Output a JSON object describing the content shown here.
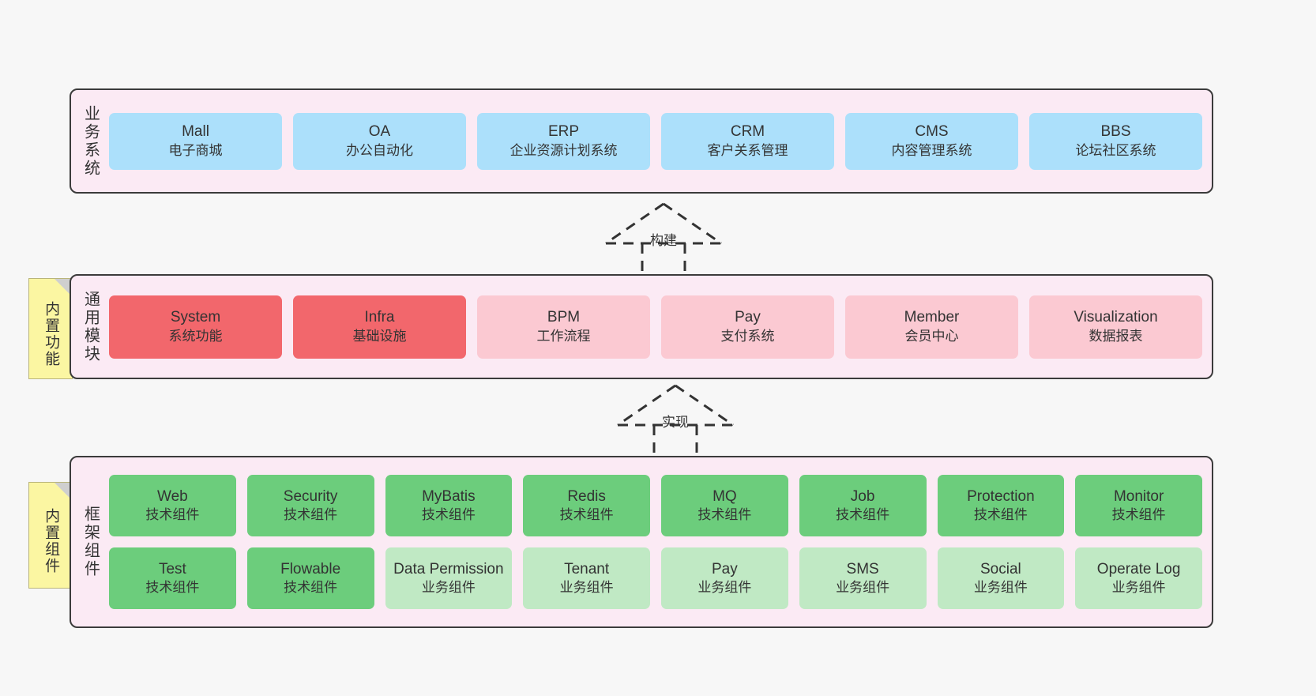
{
  "notes": [
    {
      "id": "builtin-features",
      "text": "内置功能"
    },
    {
      "id": "builtin-components",
      "text": "内置组件"
    }
  ],
  "layers": [
    {
      "id": "business-system",
      "title": "业务系统",
      "cards": [
        {
          "en": "Mall",
          "cn": "电子商城",
          "color": "#ace0fb"
        },
        {
          "en": "OA",
          "cn": "办公自动化",
          "color": "#ace0fb"
        },
        {
          "en": "ERP",
          "cn": "企业资源计划系统",
          "color": "#ace0fb"
        },
        {
          "en": "CRM",
          "cn": "客户关系管理",
          "color": "#ace0fb"
        },
        {
          "en": "CMS",
          "cn": "内容管理系统",
          "color": "#ace0fb"
        },
        {
          "en": "BBS",
          "cn": "论坛社区系统",
          "color": "#ace0fb"
        }
      ]
    },
    {
      "id": "common-modules",
      "title": "通用模块",
      "cards": [
        {
          "en": "System",
          "cn": "系统功能",
          "color": "#f2676c"
        },
        {
          "en": "Infra",
          "cn": "基础设施",
          "color": "#f2676c"
        },
        {
          "en": "BPM",
          "cn": "工作流程",
          "color": "#fbc9d2"
        },
        {
          "en": "Pay",
          "cn": "支付系统",
          "color": "#fbc9d2"
        },
        {
          "en": "Member",
          "cn": "会员中心",
          "color": "#fbc9d2"
        },
        {
          "en": "Visualization",
          "cn": "数据报表",
          "color": "#fbc9d2"
        }
      ]
    },
    {
      "id": "framework-components",
      "title": "框架组件",
      "rows": [
        [
          {
            "en": "Web",
            "cn": "技术组件",
            "color": "#6ccd7c"
          },
          {
            "en": "Security",
            "cn": "技术组件",
            "color": "#6ccd7c"
          },
          {
            "en": "MyBatis",
            "cn": "技术组件",
            "color": "#6ccd7c"
          },
          {
            "en": "Redis",
            "cn": "技术组件",
            "color": "#6ccd7c"
          },
          {
            "en": "MQ",
            "cn": "技术组件",
            "color": "#6ccd7c"
          },
          {
            "en": "Job",
            "cn": "技术组件",
            "color": "#6ccd7c"
          },
          {
            "en": "Protection",
            "cn": "技术组件",
            "color": "#6ccd7c"
          },
          {
            "en": "Monitor",
            "cn": "技术组件",
            "color": "#6ccd7c"
          }
        ],
        [
          {
            "en": "Test",
            "cn": "技术组件",
            "color": "#6ccd7c"
          },
          {
            "en": "Flowable",
            "cn": "技术组件",
            "color": "#6ccd7c"
          },
          {
            "en": "Data Permission",
            "cn": "业务组件",
            "color": "#c0e9c4"
          },
          {
            "en": "Tenant",
            "cn": "业务组件",
            "color": "#c0e9c4"
          },
          {
            "en": "Pay",
            "cn": "业务组件",
            "color": "#c0e9c4"
          },
          {
            "en": "SMS",
            "cn": "业务组件",
            "color": "#c0e9c4"
          },
          {
            "en": "Social",
            "cn": "业务组件",
            "color": "#c0e9c4"
          },
          {
            "en": "Operate Log",
            "cn": "业务组件",
            "color": "#c0e9c4"
          }
        ]
      ]
    }
  ],
  "connectors": [
    {
      "id": "build",
      "label": "构建"
    },
    {
      "id": "implement",
      "label": "实现"
    }
  ],
  "colors": {
    "background": "#f7f7f7",
    "layer_fill": "#fbeaf4",
    "layer_border": "#3b3b3b",
    "note_fill": "#fbf6a2",
    "note_border": "#b9b47a",
    "note_fold": "#cfcfcf",
    "blue_card": "#ace0fb",
    "red_card": "#f2676c",
    "pink_card": "#fbc9d2",
    "green_card": "#6ccd7c",
    "light_green_card": "#c0e9c4",
    "text": "#333333"
  }
}
